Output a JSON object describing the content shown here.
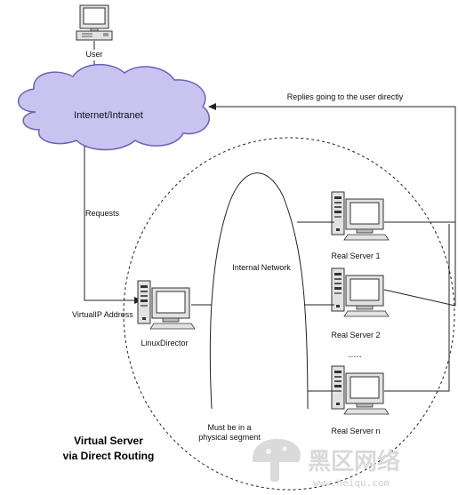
{
  "diagram": {
    "user_label": "User",
    "cloud_label": "Internet/Intranet",
    "replies_label": "Replies going to the user directly",
    "requests_label": "Requests",
    "internal_network_label": "Internal Network",
    "virtual_ip_label": "VirtualIP Address",
    "director_label": "LinuxDirector",
    "servers": [
      "Real Server 1",
      "Real Server 2",
      "Real Server n"
    ],
    "ellipsis": ".....",
    "segment_note": [
      "Must be in a",
      "physical segment"
    ],
    "title_lines": [
      "Virtual Server",
      "via Direct Routing"
    ],
    "colors": {
      "cloud_fill": "#c9c3f0",
      "cloud_stroke": "#6a62b8",
      "line": "#222222",
      "computer_body": "#e2e2e2"
    }
  },
  "watermark": {
    "text_big": "黑区网络",
    "text_small": "www.heiqu.com",
    "icon": "mushroom-logo-icon"
  }
}
